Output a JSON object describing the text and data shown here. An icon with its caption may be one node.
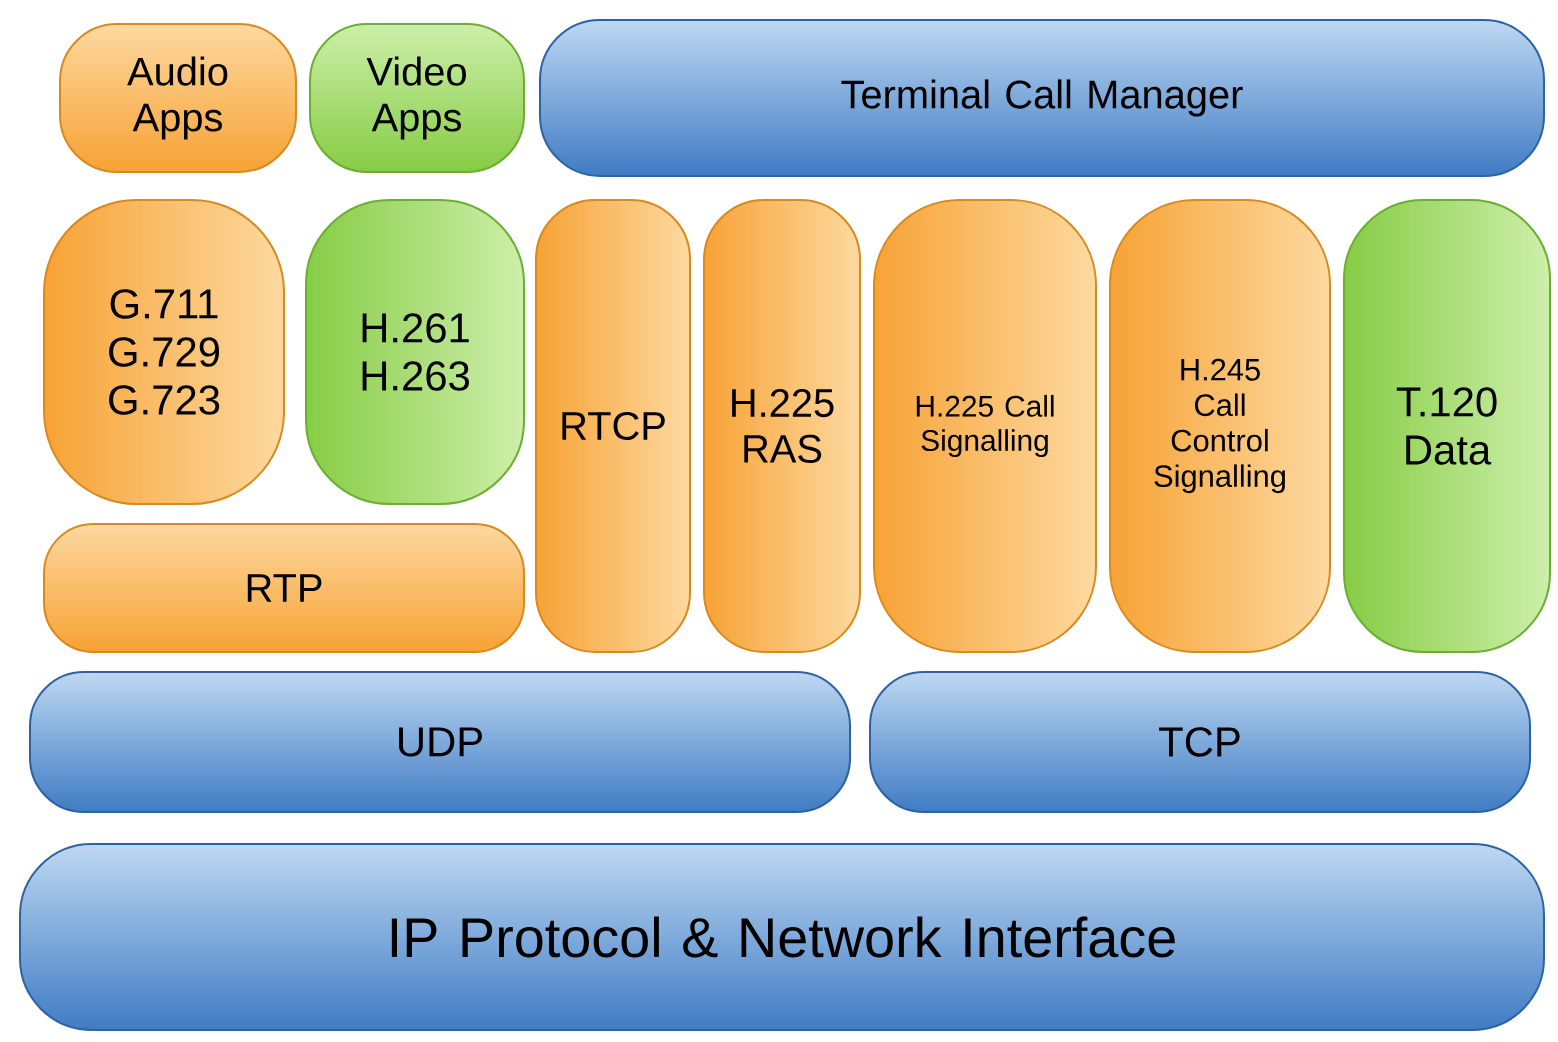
{
  "diagram": {
    "nodes": [
      {
        "text": [
          "Audio Apps"
        ]
      },
      {
        "text": [
          "Video Apps"
        ]
      },
      {
        "text": [
          "Terminal Call Manager"
        ]
      },
      {
        "text": [
          "G.711 G.729 G.723"
        ]
      },
      {
        "text": [
          "H.261 H.263"
        ]
      },
      {
        "text": [
          "RTCP"
        ]
      },
      {
        "text": [
          "H.225 RAS"
        ]
      },
      {
        "text": [
          "H.225 Call Signalling"
        ]
      },
      {
        "text": [
          "H.245 Call Control Signalling"
        ]
      },
      {
        "text": [
          "T.120 Data"
        ]
      },
      {
        "text": [
          "RTP"
        ]
      },
      {
        "text": [
          "UDP"
        ]
      },
      {
        "text": [
          "TCP"
        ]
      },
      {
        "text": [
          "IP Protocol & Network Interface"
        ]
      }
    ]
  }
}
